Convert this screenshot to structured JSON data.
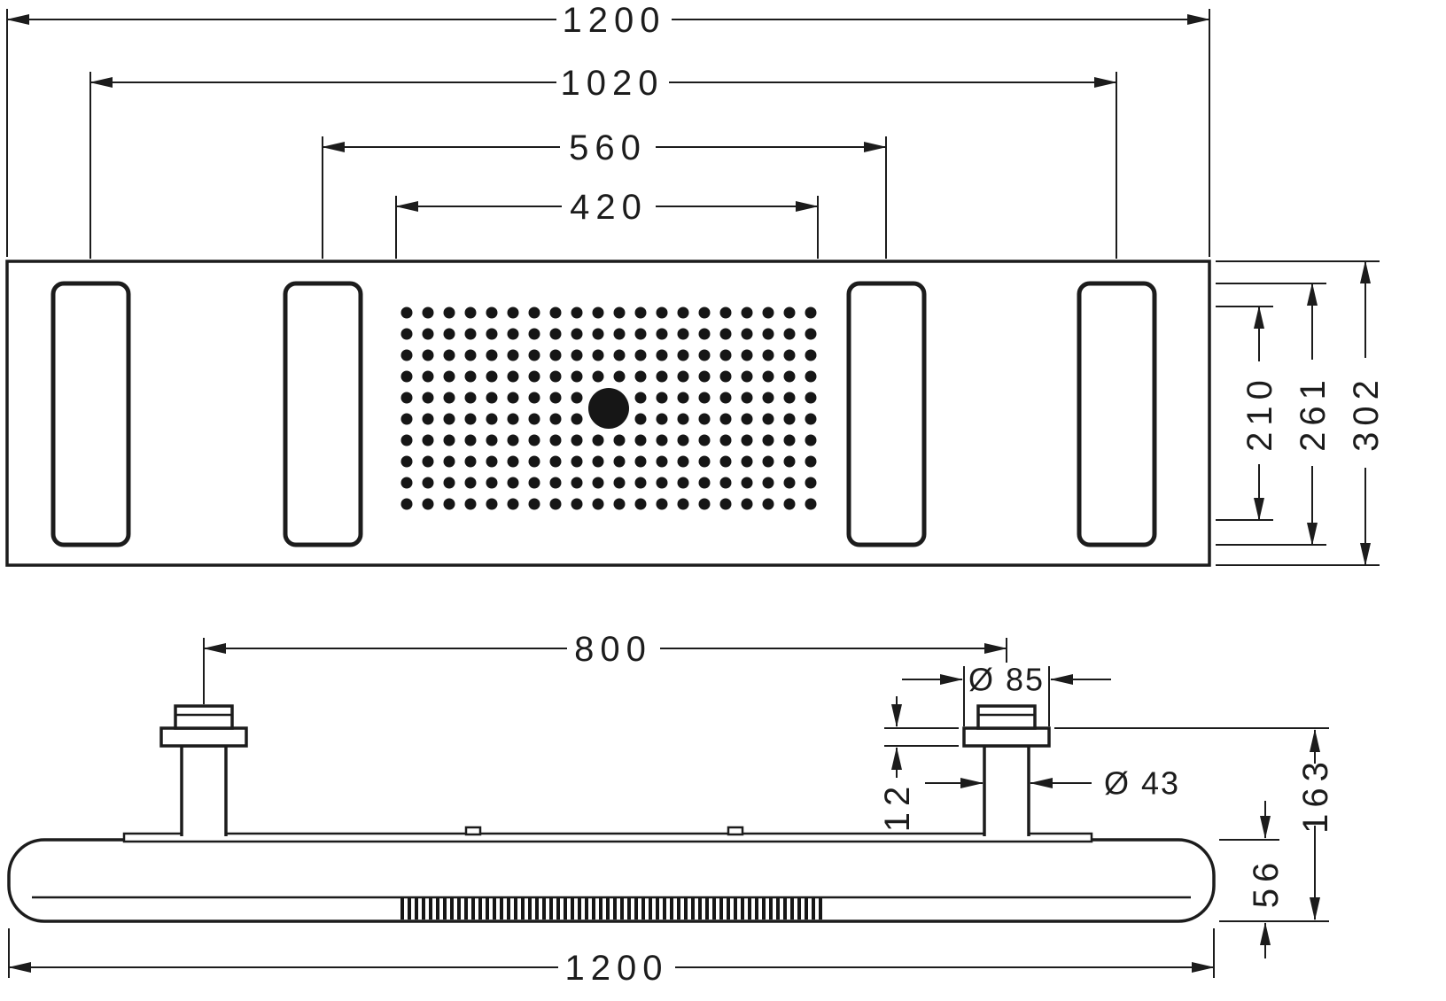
{
  "drawing": {
    "background_color": "#ffffff",
    "line_color": "#1c1c1c"
  },
  "top_view": {
    "dims": {
      "overall_width": "1200",
      "outer_spacing": "1020",
      "inner_spacing": "560",
      "nozzle_width": "420",
      "nozzle_height": "210",
      "recess_height": "261",
      "overall_depth": "302"
    }
  },
  "side_view": {
    "dims": {
      "connector_spacing": "800",
      "flange_diameter": "Ø 85",
      "pipe_diameter": "Ø 43",
      "flange_height": "12",
      "total_height": "163",
      "body_height": "56",
      "overall_width": "1200"
    }
  }
}
